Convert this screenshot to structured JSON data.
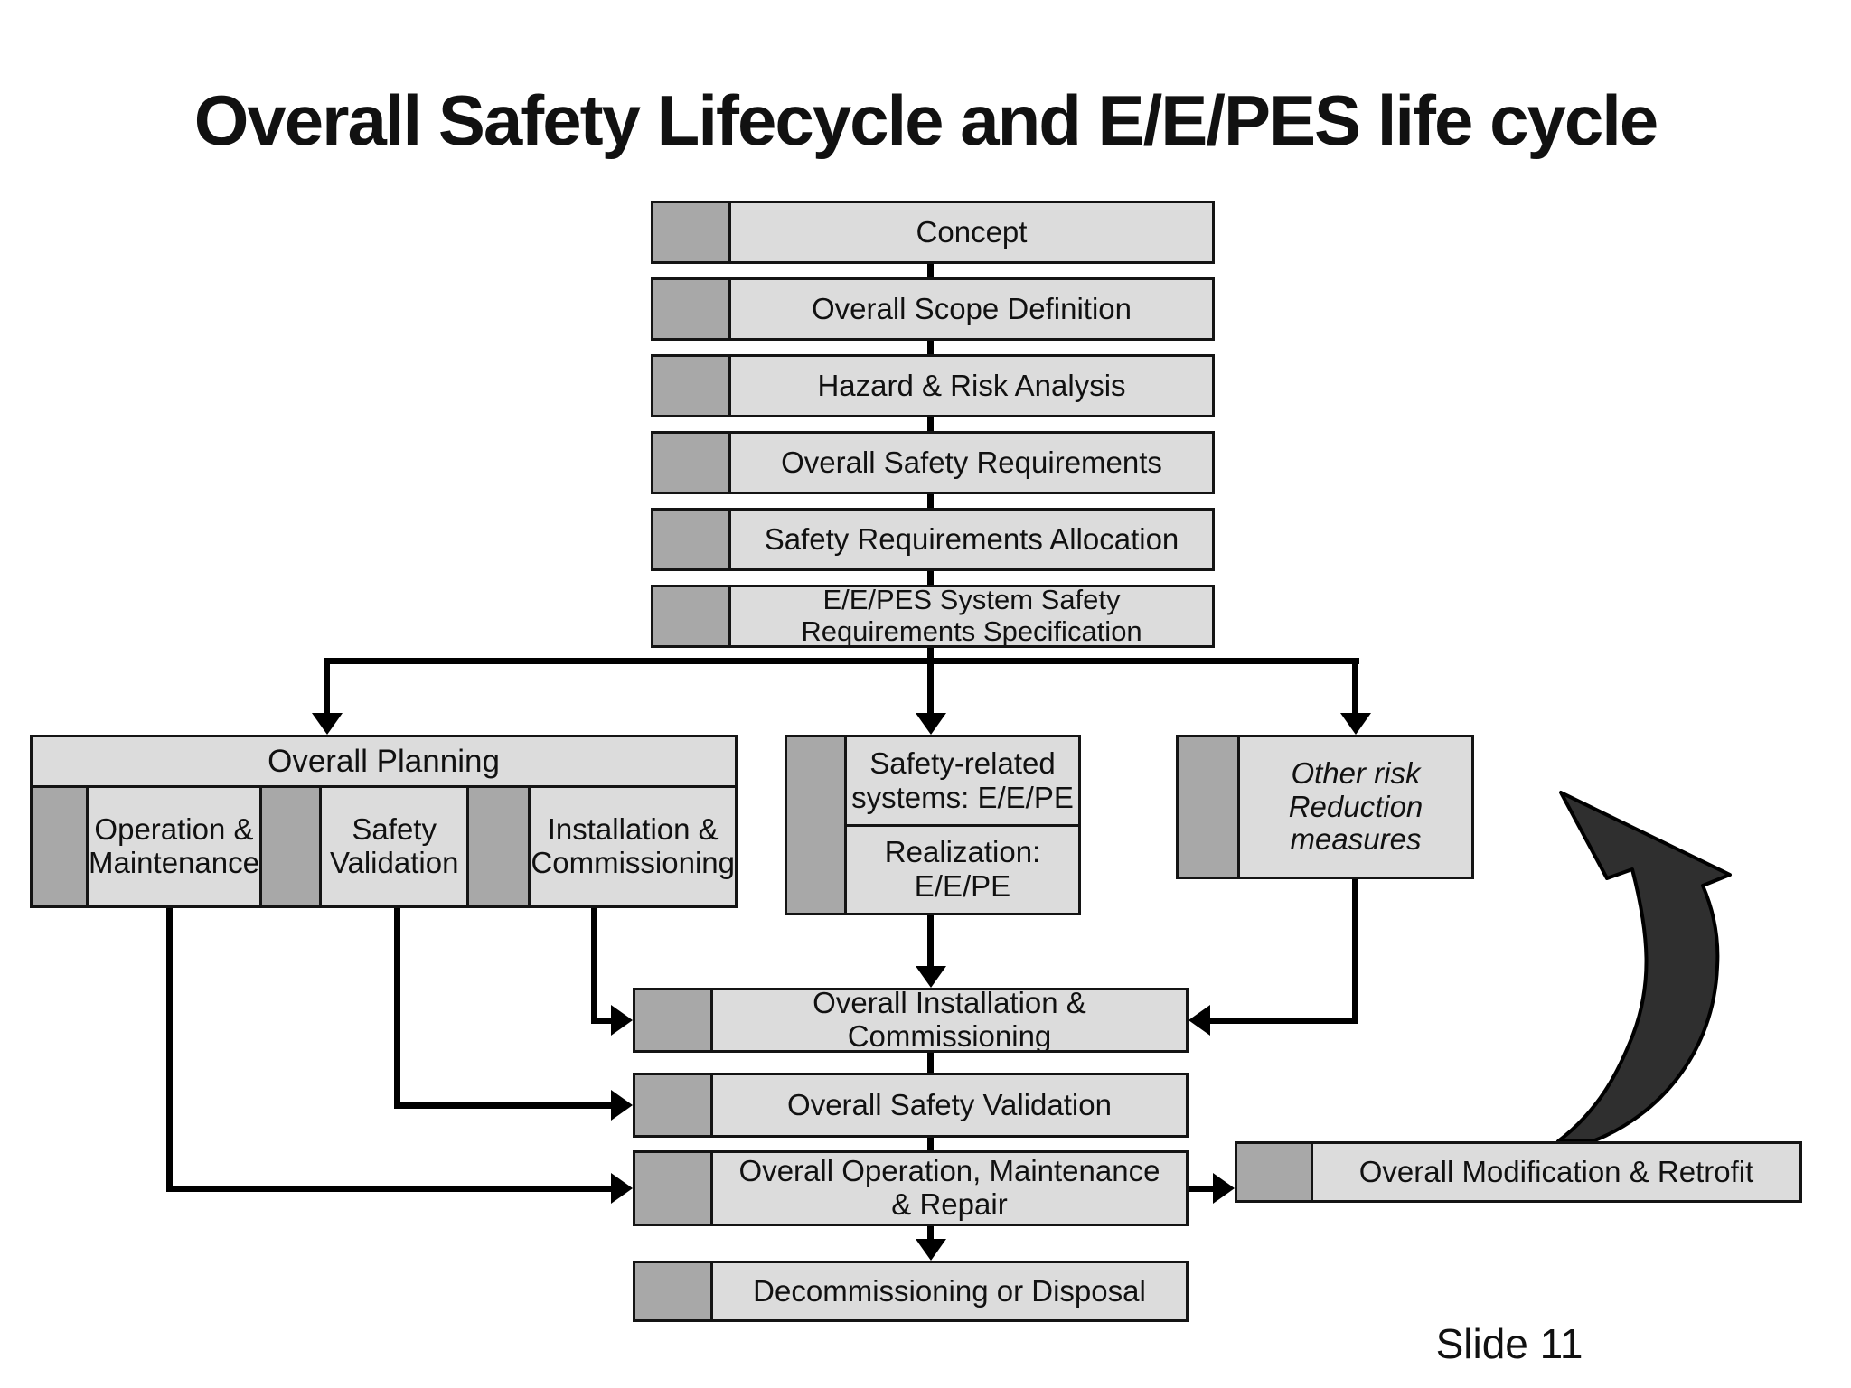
{
  "slide": {
    "title": "Overall Safety Lifecycle and E/E/PES life cycle",
    "slide_number": "Slide 11"
  },
  "colors": {
    "background": "#ffffff",
    "box_fill": "#dcdcdc",
    "tab_fill": "#a8a8a8",
    "border": "#141414",
    "connector": "#000000",
    "curved_arrow_fill": "#2f2f2f"
  },
  "top_chain": [
    "Concept",
    "Overall Scope Definition",
    "Hazard & Risk Analysis",
    "Overall Safety Requirements",
    "Safety Requirements Allocation",
    "E/E/PES System Safety\nRequirements Specification"
  ],
  "planning": {
    "title": "Overall Planning",
    "sub_boxes": [
      "Operation &\nMaintenance",
      "Safety\nValidation",
      "Installation &\nCommissioning"
    ]
  },
  "safety_related": {
    "top_label": "Safety-related\nsystems: E/E/PE",
    "bottom_label": "Realization:\nE/E/PE"
  },
  "other_risk": {
    "label": "Other risk\nReduction\nmeasures"
  },
  "bottom_chain": [
    "Overall Installation & Commissioning",
    "Overall Safety Validation",
    "Overall Operation, Maintenance\n& Repair",
    "Decommissioning or Disposal"
  ],
  "modification": {
    "label": "Overall Modification & Retrofit"
  }
}
